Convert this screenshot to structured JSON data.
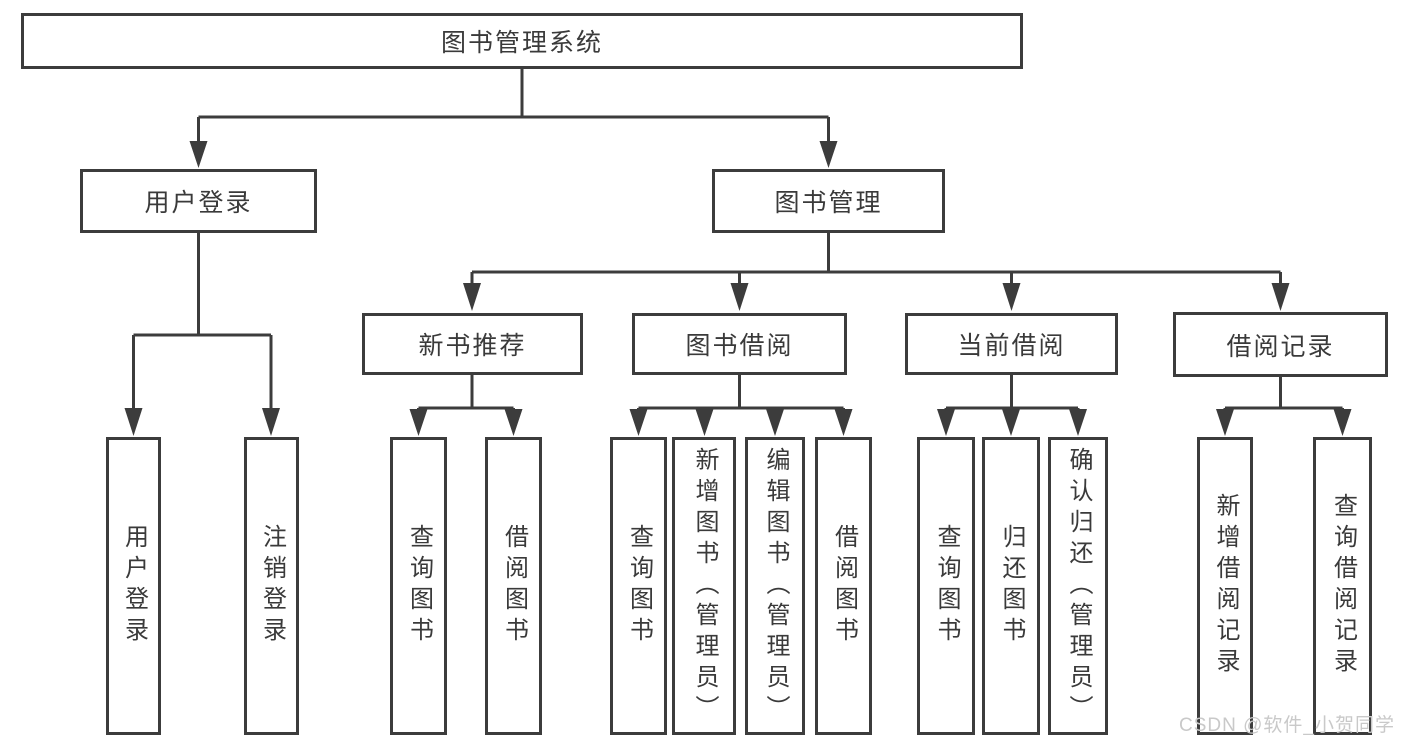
{
  "tree": {
    "root": {
      "label": "图书管理系统"
    },
    "children": [
      {
        "label": "用户登录",
        "children": [
          {
            "label": "用户登录"
          },
          {
            "label": "注销登录"
          }
        ]
      },
      {
        "label": "图书管理",
        "children": [
          {
            "label": "新书推荐",
            "children": [
              {
                "label": "查询图书"
              },
              {
                "label": "借阅图书"
              }
            ]
          },
          {
            "label": "图书借阅",
            "children": [
              {
                "label": "查询图书"
              },
              {
                "label": "新增图书（管理员）"
              },
              {
                "label": "编辑图书（管理员）"
              },
              {
                "label": "借阅图书"
              }
            ]
          },
          {
            "label": "当前借阅",
            "children": [
              {
                "label": "查询图书"
              },
              {
                "label": "归还图书"
              },
              {
                "label": "确认归还（管理员）"
              }
            ]
          },
          {
            "label": "借阅记录",
            "children": [
              {
                "label": "新增借阅记录"
              },
              {
                "label": "查询借阅记录"
              }
            ]
          }
        ]
      }
    ]
  },
  "watermark": {
    "text": "CSDN @软件_小贺同学"
  },
  "colors": {
    "line": "#3c3c3c",
    "text": "#3a3a3a",
    "watermark": "#c9c9c9",
    "background": "#ffffff"
  }
}
